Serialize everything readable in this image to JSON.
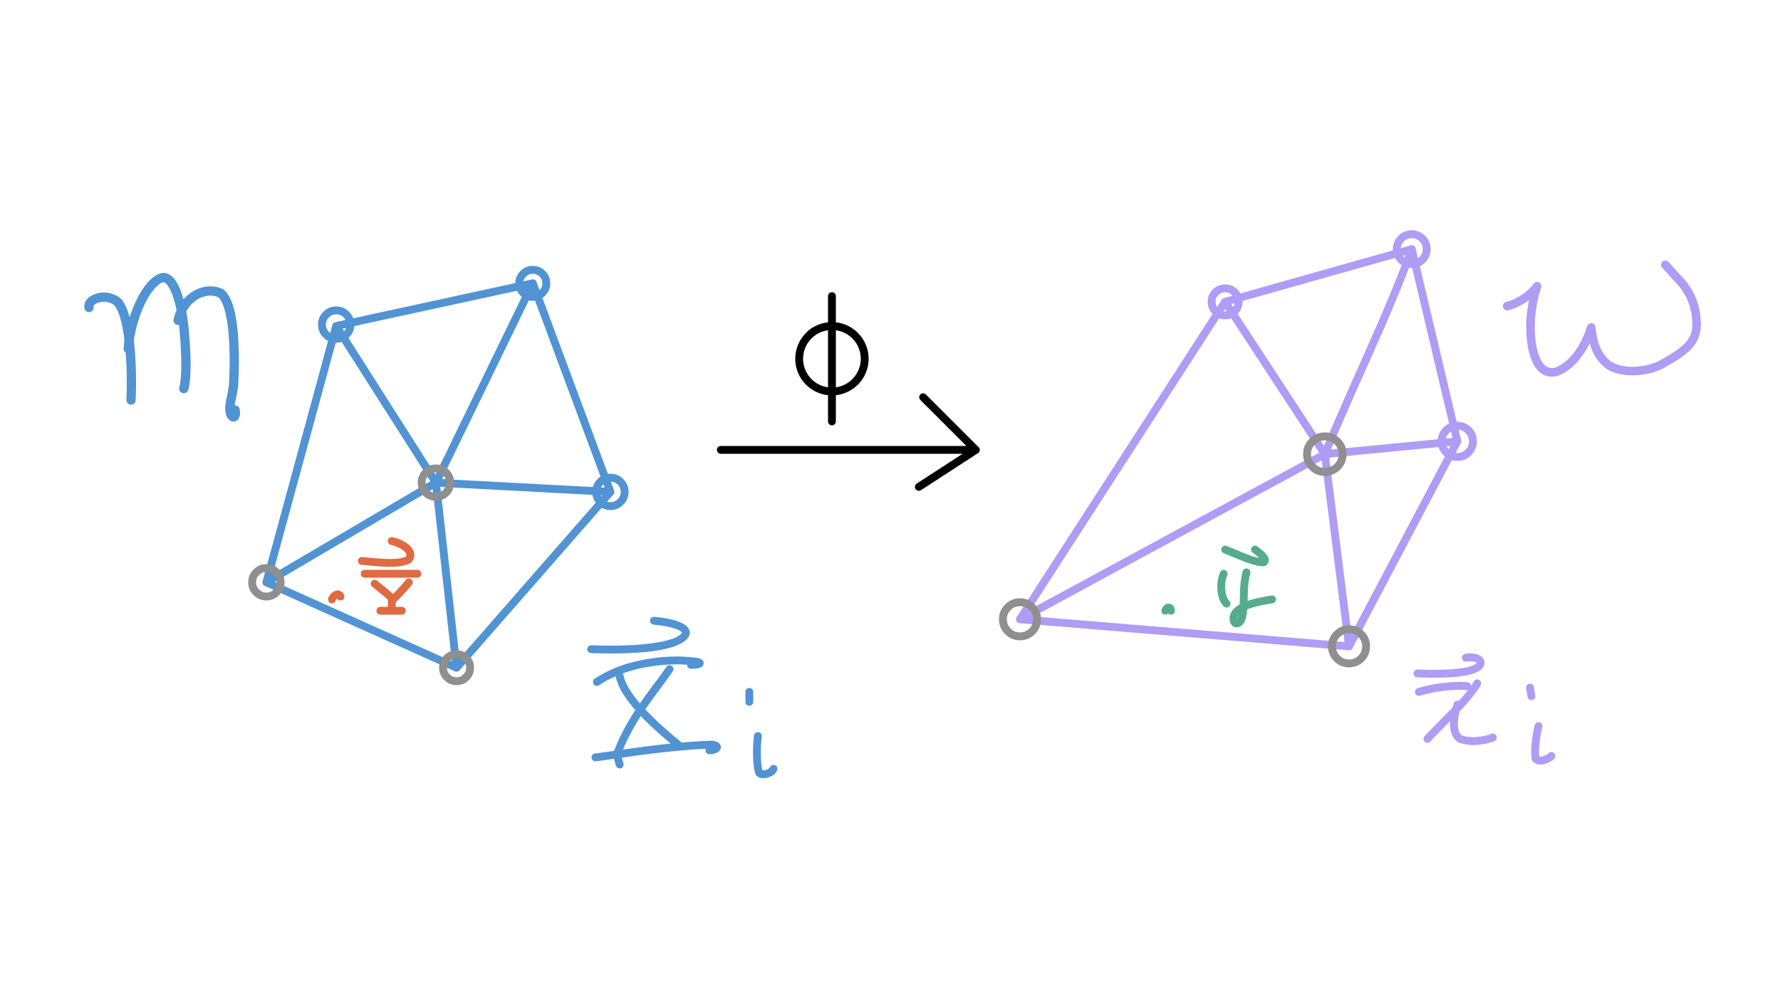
{
  "diagram": {
    "source_mesh": {
      "label": "M",
      "point_label": "Y",
      "vertex_label": "Xi",
      "color": "#5193d3",
      "point_color": "#e06a43"
    },
    "map": {
      "label": "φ",
      "color": "#000000"
    },
    "target_mesh": {
      "label": "Ω",
      "point_label": "y",
      "vertex_label": "xi",
      "color": "#ae9cf5",
      "point_color": "#56ab8f"
    },
    "boundary_vertex_color": "#8f8f8f"
  }
}
